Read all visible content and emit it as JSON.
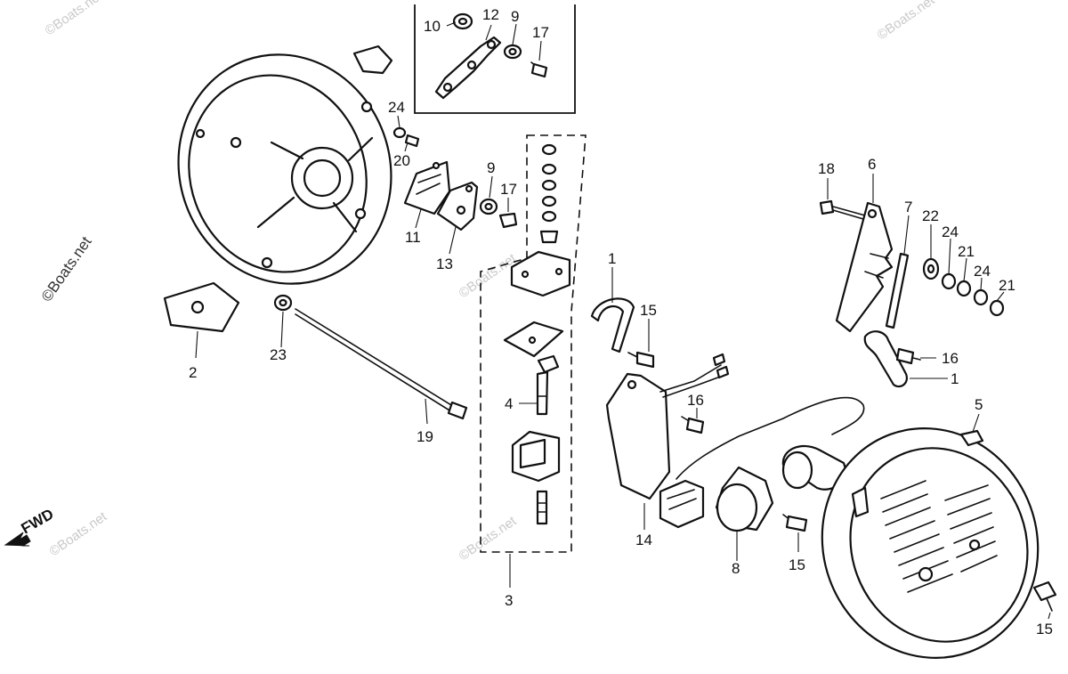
{
  "watermark": "©Boats.net",
  "direction_label": "FWD",
  "callouts": {
    "c10": "10",
    "c12": "12",
    "c9a": "9",
    "c17a": "17",
    "c24a": "24",
    "c20": "20",
    "c9b": "9",
    "c17b": "17",
    "c11": "11",
    "c13": "13",
    "c2": "2",
    "c23": "23",
    "c19": "19",
    "c1a": "1",
    "c15a": "15",
    "c4": "4",
    "c3": "3",
    "c14": "14",
    "c16a": "16",
    "c8": "8",
    "c15b": "15",
    "c18": "18",
    "c6": "6",
    "c7": "7",
    "c22": "22",
    "c24b": "24",
    "c21a": "21",
    "c24c": "24",
    "c21b": "21",
    "c16b": "16",
    "c1b": "1",
    "c5": "5",
    "c15c": "15"
  }
}
